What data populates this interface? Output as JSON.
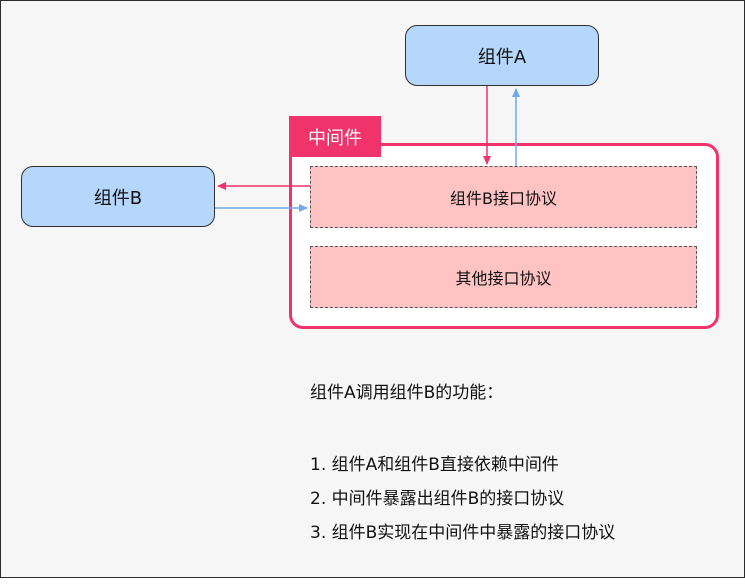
{
  "components": {
    "a_label": "组件A",
    "b_label": "组件B"
  },
  "middleware": {
    "tag_label": "中间件",
    "protocol_b": "组件B接口协议",
    "protocol_other": "其他接口协议"
  },
  "description": {
    "title": "组件A调用组件B的功能：",
    "steps": [
      "1. 组件A和组件B直接依赖中间件",
      "2. 中间件暴露出组件B的接口协议",
      "3. 组件B实现在中间件中暴露的接口协议"
    ]
  },
  "colors": {
    "component_fill": "#b5d7fb",
    "middleware_accent": "#f0336b",
    "protocol_fill": "#ffc3c3",
    "arrow_red": "#f0336b",
    "arrow_blue": "#6fa8f3"
  }
}
